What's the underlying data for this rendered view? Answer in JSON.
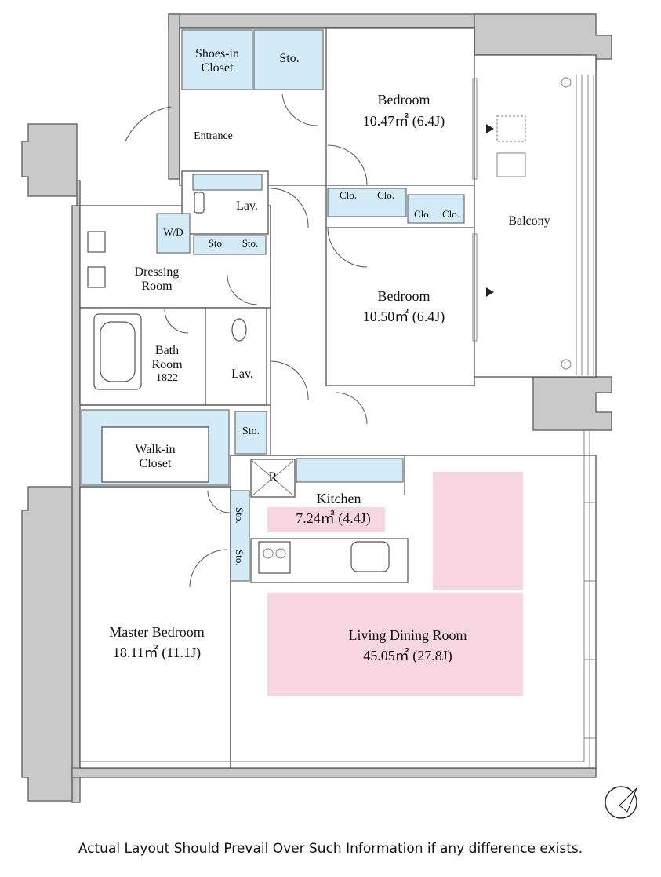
{
  "rooms": {
    "shoes_in_closet": "Shoes-in\nCloset",
    "sto_top": "Sto.",
    "entrance": "Entrance",
    "bedroom1_name": "Bedroom",
    "bedroom1_size": "10.47㎡ (6.4J)",
    "lav_top": "Lav.",
    "wd": "W/D",
    "sto_a": "Sto.",
    "sto_b": "Sto.",
    "dressing_room": "Dressing\nRoom",
    "clo_1": "Clo.",
    "clo_2": "Clo.",
    "clo_3": "Clo.",
    "clo_4": "Clo.",
    "balcony": "Balcony",
    "bedroom2_name": "Bedroom",
    "bedroom2_size": "10.50㎡ (6.4J)",
    "bath_room": "Bath\nRoom",
    "bath_size": "1822",
    "lav_bottom": "Lav.",
    "sto_c": "Sto.",
    "walk_in_closet": "Walk-in\nCloset",
    "refrigerator": "R",
    "kitchen_name": "Kitchen",
    "kitchen_size": "7.24㎡ (4.4J)",
    "sto_v1": "Sto.",
    "sto_v2": "Sto.",
    "master_bedroom_name": "Master Bedroom",
    "master_bedroom_size": "18.11㎡ (11.1J)",
    "living_name": "Living Dining Room",
    "living_size": "45.05㎡ (27.8J)"
  },
  "disclaimer": "Actual Layout Should Prevail Over Such Information if any difference exists.",
  "icons": [
    "north-arrow-icon",
    "refrigerator-icon",
    "bathtub-icon",
    "toilet-icon",
    "sink-icon",
    "stove-icon"
  ],
  "colors": {
    "storage_fill": "#d3eaf7",
    "living_highlight": "#f7d6e1",
    "wall_fill": "#c9c9c9"
  }
}
